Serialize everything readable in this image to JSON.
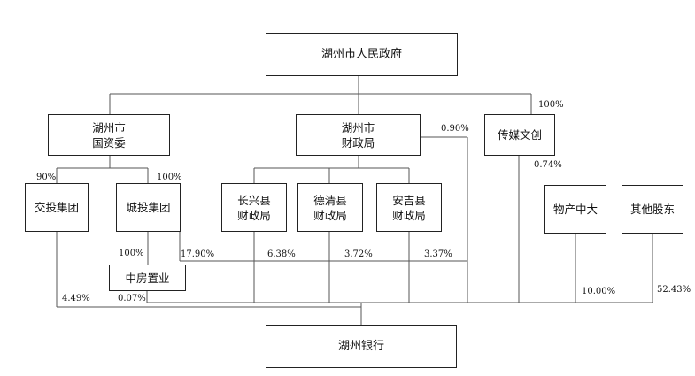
{
  "nodes": {
    "gov": "湖州市人民政府",
    "sasac_line1": "湖州市",
    "sasac_line2": "国资委",
    "finance_line1": "湖州市",
    "finance_line2": "财政局",
    "media": "传媒文创",
    "jiaotou": "交投集团",
    "chengtou": "城投集团",
    "changxing_line1": "长兴县",
    "changxing_line2": "财政局",
    "deqing_line1": "德清县",
    "deqing_line2": "财政局",
    "anji_line1": "安吉县",
    "anji_line2": "财政局",
    "wuchan": "物产中大",
    "others": "其他股东",
    "zhongfang": "中房置业",
    "bank": "湖州银行"
  },
  "percentages": {
    "gov_to_media": "100%",
    "finance_to_bank": "0.90%",
    "media_to_bank": "0.74%",
    "sasac_to_jiaotou": "90%",
    "sasac_to_chengtou": "100%",
    "chengtou_to_zhongfang": "100%",
    "chengtou_to_bank": "17.90%",
    "changxing_to_bank": "6.38%",
    "deqing_to_bank": "3.72%",
    "anji_to_bank": "3.37%",
    "jiaotou_to_bank": "4.49%",
    "zhongfang_to_bank": "0.07%",
    "wuchan_to_bank": "10.00%",
    "others_to_bank": "52.43%"
  }
}
